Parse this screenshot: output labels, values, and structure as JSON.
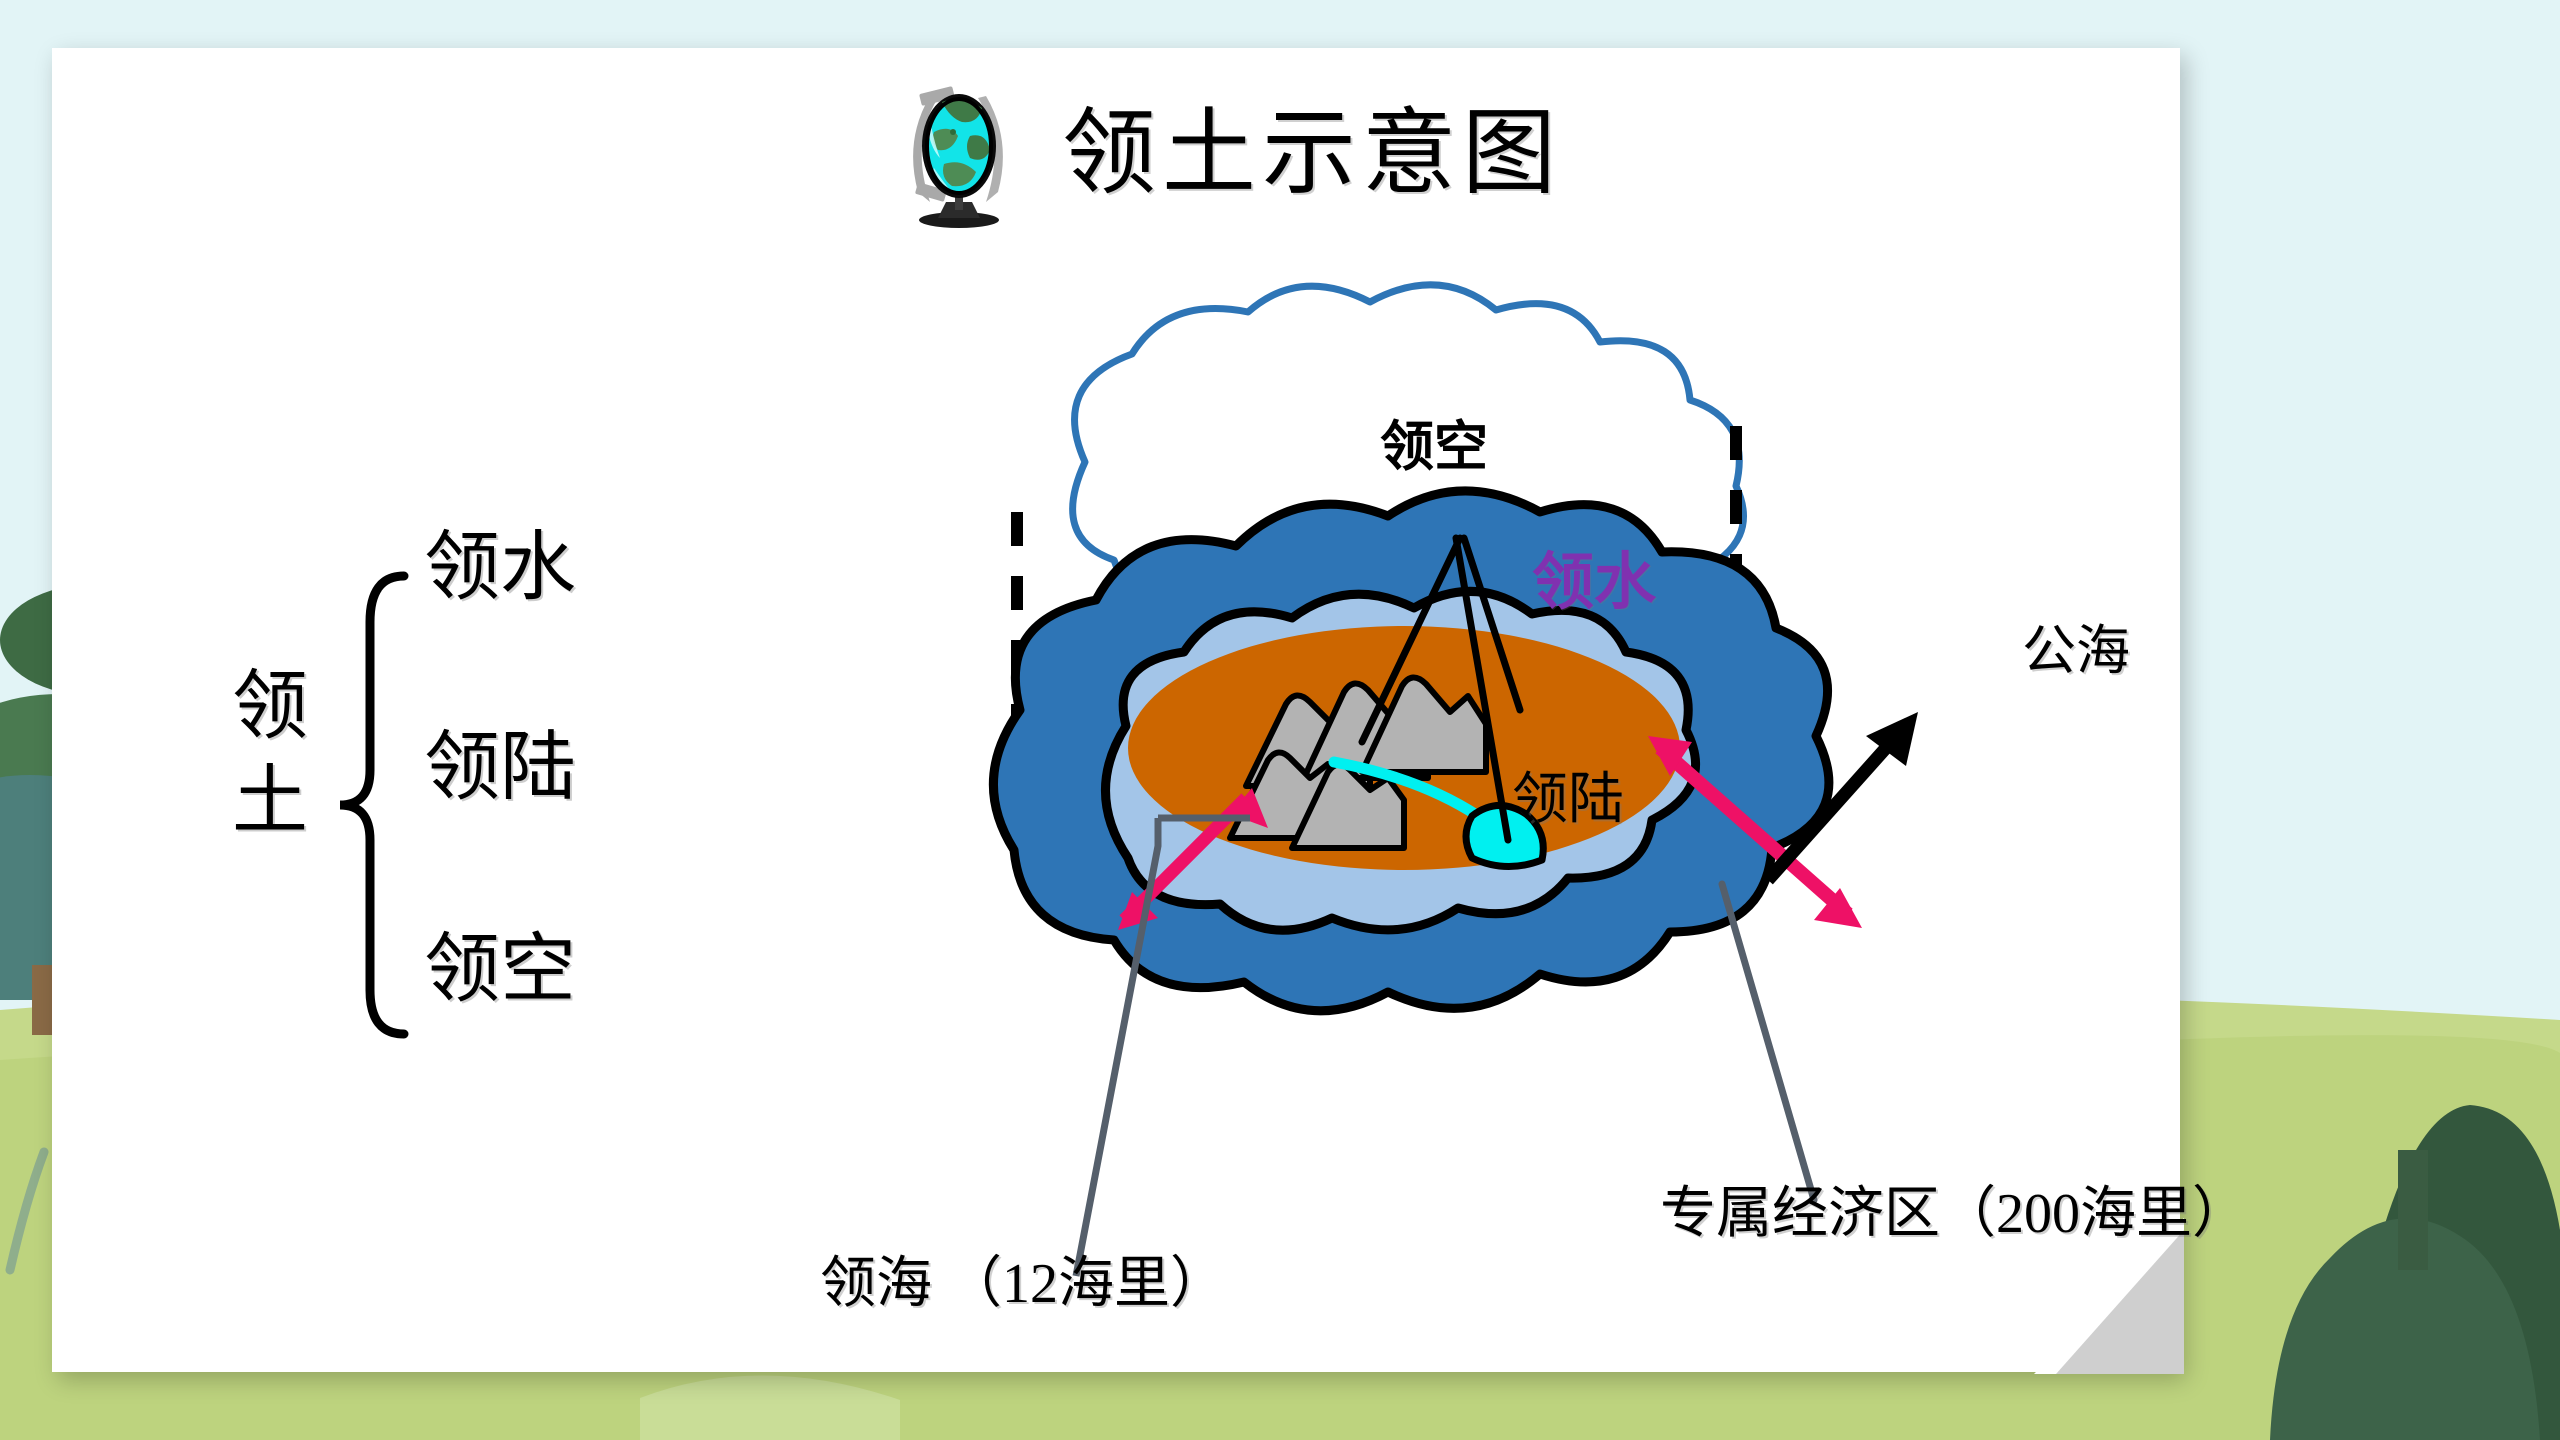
{
  "slide": {
    "title": "领土示意图",
    "globe_icon": "globe-icon",
    "background": "nature-scene"
  },
  "outline": {
    "root_label": "领土",
    "items": [
      {
        "label": "领水"
      },
      {
        "label": "领陆"
      },
      {
        "label": "领空"
      }
    ]
  },
  "diagram": {
    "labels": {
      "airspace": "领空",
      "waters": "领水",
      "land": "领陆",
      "high_seas": "公海",
      "territorial_sea": "领海 （12海里）",
      "eez": "专属经济区（200海里）"
    },
    "colors": {
      "eez_fill": "#2E75B6",
      "territorial_sea_fill": "#A3C5E8",
      "land_fill": "#CC6600",
      "cloud_stroke": "#2E75B6",
      "cloud_fill": "#FFFFFF",
      "mountain_fill": "#B3B3B3",
      "lake_fill": "#00F0F0",
      "measure_arrow": "#EE1166",
      "high_seas_arrow": "#000000",
      "waters_label": "#8031B0",
      "leader_line": "#555F6B",
      "boundary_dash": "#000000"
    },
    "distances": {
      "territorial_sea_nm": "12海里",
      "eez_nm": "200海里"
    }
  }
}
